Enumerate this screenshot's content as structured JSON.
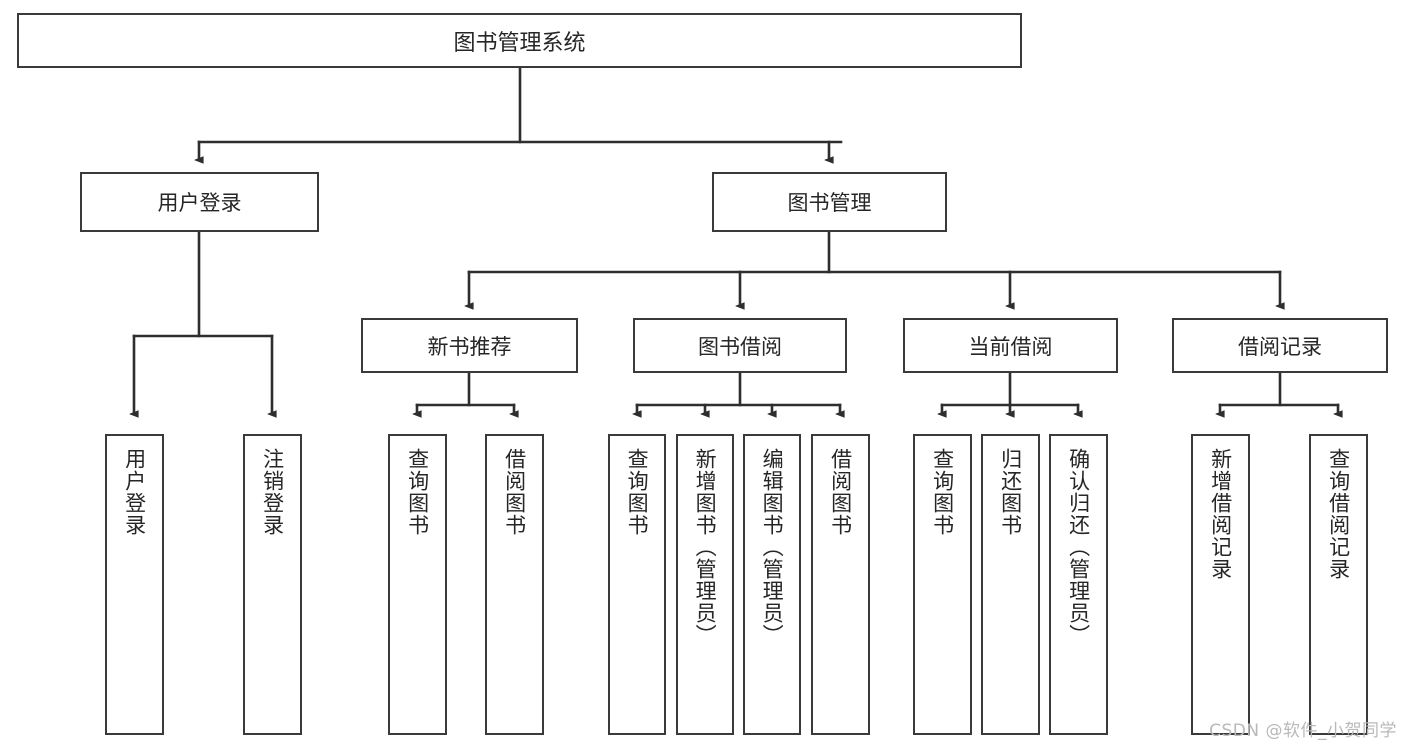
{
  "diagram": {
    "type": "tree",
    "title": "图书管理系统",
    "background_color": "#ffffff",
    "line_color": "#3a3a3a",
    "text_color": "#262626"
  },
  "root": {
    "label": "图书管理系统"
  },
  "level1": [
    {
      "label": "用户登录"
    },
    {
      "label": "图书管理"
    }
  ],
  "level2": [
    {
      "label": "新书推荐"
    },
    {
      "label": "图书借阅"
    },
    {
      "label": "当前借阅"
    },
    {
      "label": "借阅记录"
    }
  ],
  "leaves": {
    "user_login": [
      {
        "label": "用户登录"
      },
      {
        "label": "注销登录"
      }
    ],
    "new_book_recommend": [
      {
        "label": "查询图书"
      },
      {
        "label": "借阅图书"
      }
    ],
    "book_borrow": [
      {
        "label": "查询图书"
      },
      {
        "label": "新增图书（管理员）"
      },
      {
        "label": "编辑图书（管理员）"
      },
      {
        "label": "借阅图书"
      }
    ],
    "current_borrow": [
      {
        "label": "查询图书"
      },
      {
        "label": "归还图书"
      },
      {
        "label": "确认归还（管理员）"
      }
    ],
    "borrow_record": [
      {
        "label": "新增借阅记录"
      },
      {
        "label": "查询借阅记录"
      }
    ]
  },
  "watermark": {
    "text": "CSDN @软件_小贺同学"
  }
}
